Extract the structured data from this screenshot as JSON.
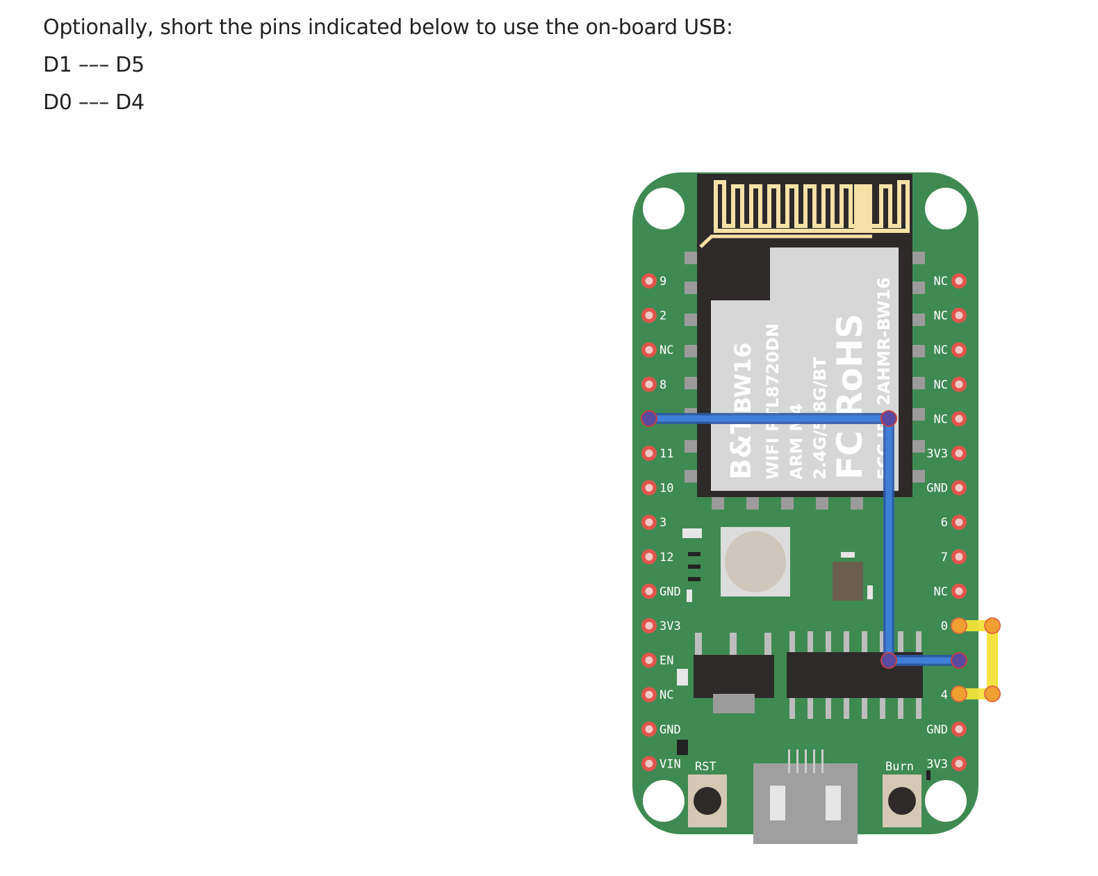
{
  "instructions": {
    "line1": "Optionally, short the pins indicated below to use the on-board USB:",
    "line2": "D1 ––– D5",
    "line3": "D0 ––– D4"
  },
  "board": {
    "left_pins": [
      "9",
      "2",
      "NC",
      "8",
      "",
      "11",
      "10",
      "3",
      "12",
      "GND",
      "3V3",
      "EN",
      "NC",
      "GND",
      "VIN"
    ],
    "right_pins": [
      "NC",
      "NC",
      "NC",
      "NC",
      "NC",
      "3V3",
      "GND",
      "6",
      "7",
      "NC",
      "0",
      "",
      "4",
      "GND",
      "3V3"
    ],
    "rst_label": "RST",
    "burn_label": "Burn",
    "module": {
      "line1": "B&T",
      "line2": "BW16",
      "line3": "WIFI RTL8720DN",
      "line4": "ARM M4",
      "line5": "2.4G/5.8G/BT",
      "line6": "FC RoHS",
      "line7": "FCC ID: 2AHMR-BW16"
    },
    "colors": {
      "pcb": "#3f8a52",
      "wire_blue": "#3a6fc4",
      "wire_yellow": "#f2e23a",
      "pad_ring": "#e0554d"
    }
  }
}
